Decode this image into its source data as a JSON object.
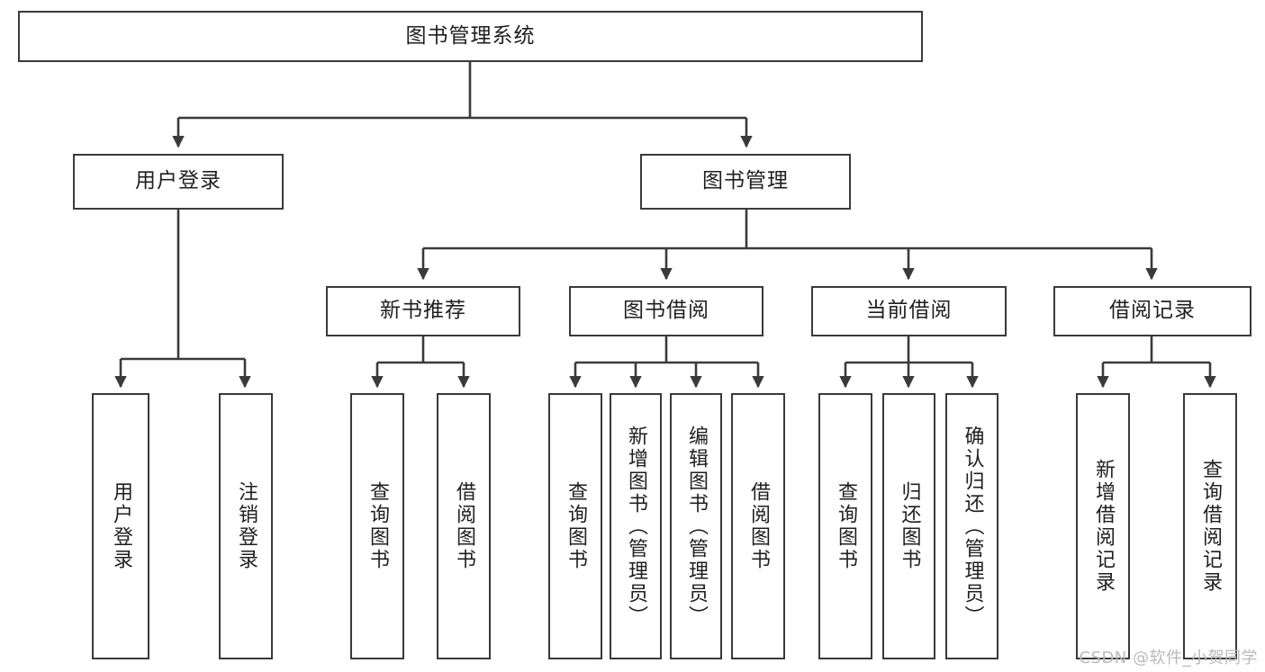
{
  "diagram": {
    "title_node": {
      "label": "图书管理系统"
    },
    "level2": [
      {
        "id": "user-login",
        "label": "用户登录"
      },
      {
        "id": "book-management",
        "label": "图书管理"
      }
    ],
    "level3": [
      {
        "id": "new-book-recommend",
        "label": "新书推荐"
      },
      {
        "id": "book-borrow",
        "label": "图书借阅"
      },
      {
        "id": "current-borrow",
        "label": "当前借阅"
      },
      {
        "id": "borrow-record",
        "label": "借阅记录"
      }
    ],
    "leaves": [
      {
        "id": "leaf-user-login",
        "label": "用户登录",
        "parent": "user-login"
      },
      {
        "id": "leaf-logout-login",
        "label": "注销登录",
        "parent": "user-login"
      },
      {
        "id": "leaf-query-book-1",
        "label": "查询图书",
        "parent": "new-book-recommend"
      },
      {
        "id": "leaf-borrow-book-1",
        "label": "借阅图书",
        "parent": "new-book-recommend"
      },
      {
        "id": "leaf-query-book-2",
        "label": "查询图书",
        "parent": "book-borrow"
      },
      {
        "id": "leaf-add-book-admin",
        "label": "新增图书（管理员）",
        "parent": "book-borrow"
      },
      {
        "id": "leaf-edit-book-admin",
        "label": "编辑图书（管理员）",
        "parent": "book-borrow"
      },
      {
        "id": "leaf-borrow-book-2",
        "label": "借阅图书",
        "parent": "book-borrow"
      },
      {
        "id": "leaf-query-book-3",
        "label": "查询图书",
        "parent": "current-borrow"
      },
      {
        "id": "leaf-return-book",
        "label": "归还图书",
        "parent": "current-borrow"
      },
      {
        "id": "leaf-confirm-return-admin",
        "label": "确认归还（管理员）",
        "parent": "current-borrow"
      },
      {
        "id": "leaf-add-borrow-record",
        "label": "新增借阅记录",
        "parent": "borrow-record"
      },
      {
        "id": "leaf-query-borrow-record",
        "label": "查询借阅记录",
        "parent": "borrow-record"
      }
    ],
    "colors": {
      "stroke": "#3a3a3a",
      "fill": "#ffffff",
      "text": "#1f1f1f",
      "watermark": "#b9b9b9"
    }
  },
  "watermark": {
    "text": "CSDN @软件_小贺同学"
  }
}
